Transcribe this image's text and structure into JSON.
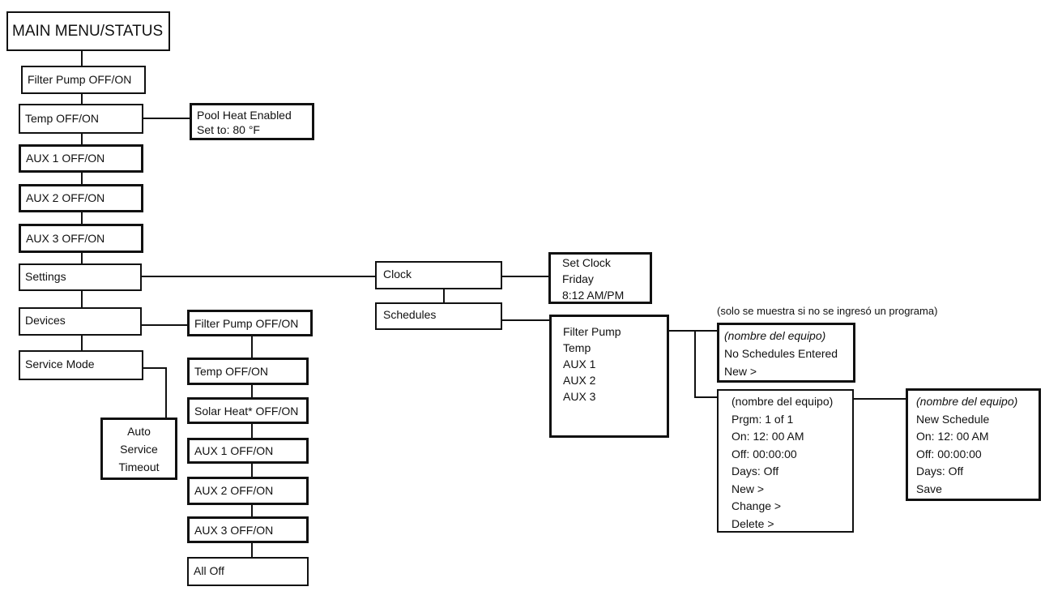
{
  "colors": {
    "line": "#111111",
    "background": "#ffffff"
  },
  "nodes": {
    "main": "MAIN MENU/STATUS",
    "filter_pump": "Filter Pump OFF/ON",
    "temp": "Temp OFF/ON",
    "pool_heat": [
      "Pool Heat Enabled",
      "Set to: 80 °F"
    ],
    "aux1": "AUX 1 OFF/ON",
    "aux2": "AUX 2 OFF/ON",
    "aux3": "AUX 3 OFF/ON",
    "settings": "Settings",
    "devices": "Devices",
    "service_mode": "Service Mode",
    "auto_service": [
      "Auto",
      "Service",
      "Timeout"
    ],
    "dev_filter_pump": "Filter Pump OFF/ON",
    "dev_temp": "Temp OFF/ON",
    "dev_solar": "Solar Heat* OFF/ON",
    "dev_aux1": "AUX 1 OFF/ON",
    "dev_aux2": "AUX 2 OFF/ON",
    "dev_aux3": "AUX 3 OFF/ON",
    "dev_all_off": "All Off",
    "clock": "Clock",
    "schedules": "Schedules",
    "set_clock": [
      "Set Clock",
      "Friday",
      "8:12 AM/PM"
    ],
    "equipment_list": [
      "Filter Pump",
      "Temp",
      "AUX 1",
      "AUX 2",
      "AUX 3"
    ],
    "no_schedules_note": "(solo se muestra si no se ingresó un programa)",
    "no_schedules": [
      "(nombre del equipo)",
      "No Schedules Entered",
      "New >"
    ],
    "program": [
      "(nombre del equipo)",
      "Prgm: 1 of 1",
      "On: 12: 00 AM",
      "Off: 00:00:00",
      "Days: Off",
      "New >",
      "Change >",
      "Delete >"
    ],
    "new_schedule": [
      "(nombre del equipo)",
      "New Schedule",
      "On: 12: 00 AM",
      "Off: 00:00:00",
      "Days: Off",
      "Save"
    ]
  }
}
